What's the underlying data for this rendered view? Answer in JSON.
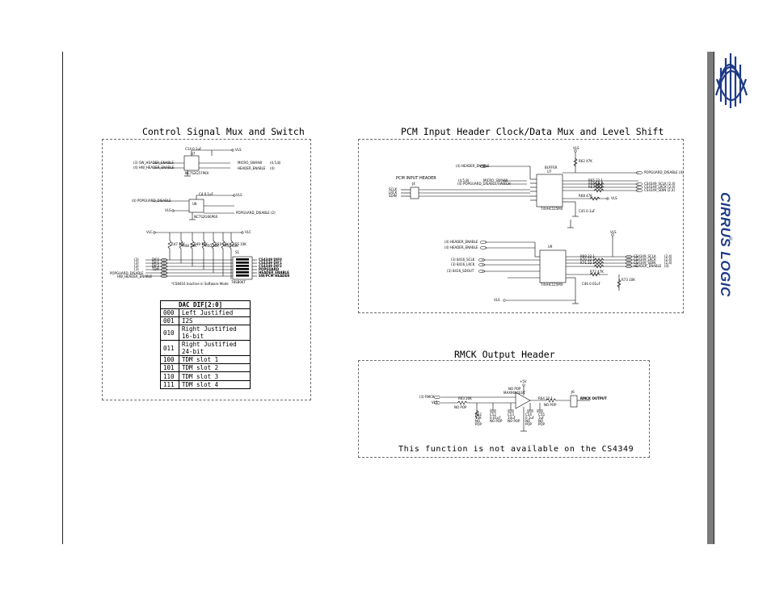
{
  "logo": {
    "text": "CIRRUS LOGIC",
    "registered": "®"
  },
  "sections": {
    "control": {
      "title": "Control Signal Mux and Switch"
    },
    "pcm": {
      "title": "PCM Input Header Clock/Data Mux and Level Shift"
    },
    "rmck": {
      "title": "RMCK Output Header",
      "note": "This function is not available on the CS4349"
    }
  },
  "dac_table": {
    "header": "DAC DIF[2:0]",
    "rows": [
      [
        "000",
        "Left Justified"
      ],
      [
        "001",
        "I2S"
      ],
      [
        "010",
        "Right Justified 16-bit"
      ],
      [
        "011",
        "Right Justified 24-bit"
      ],
      [
        "100",
        "TDM slot 1"
      ],
      [
        "101",
        "TDM slot 2"
      ],
      [
        "110",
        "TDM slot 3"
      ],
      [
        "111",
        "TDM slot 4"
      ]
    ]
  },
  "schematic_labels": {
    "control": {
      "vls_top": "VLS",
      "cap_top": "C14 0.1uF",
      "u7": "U7",
      "sw_enable": "(3) SW_HEADER_ENABLE",
      "hw_enable": "(4) HW_HEADER_ENABLE",
      "micro_sw": "MICRO_SW/HW",
      "micro_ref": "(4,5,8)",
      "header_enable": "HEADER_ENABLE",
      "header_ref": "(4)",
      "u7_part": "NC7S2G57P6X",
      "popguard_in": "(4) POPGUARD_DISABLE",
      "c4": "C4 0.1uF",
      "vls_mid": "VLS",
      "vls_mid2": "VLS",
      "u8": "U8",
      "u8_part": "NC7S2G66P6X",
      "popguard_out": "POPGUARD_DISABLE (2)",
      "vlc_left": "VLC",
      "vlc_right": "VLC",
      "resistors": [
        "R47 10K",
        "R48 10K",
        "R49 10K",
        "R50 10K",
        "R51 10K",
        "R54 10K",
        "R55 10K"
      ],
      "refs": [
        "(3)",
        "(3)",
        "(3)",
        "(3)",
        "(3)",
        "(4)",
        "(4)"
      ],
      "dip_names": [
        "CS4349 DIF0",
        "CS4349 DIF1",
        "CS4349 DIF2",
        "POPGUARD",
        "HEADER_ENABLE",
        "SW/PCM HEADER"
      ],
      "dip_part": "78SB06T",
      "s1": "S1",
      "dip_left": [
        "DIF0",
        "DIF1",
        "DIF2",
        "TDM",
        "POPGUARD_DISABLE",
        "HW_HEADER_ENABLE"
      ],
      "footnote": "*CS8416 Inactive in Software Mode"
    },
    "pcm": {
      "vls": "VLS",
      "r62": "R62 47K",
      "header_en": "(4) HEADER_ENABLE",
      "micro": "MICRO_SW/HW",
      "uq": "(4,5,8)",
      "pop_sw": "(4) POPGUARD_DISABLE/SWITCH",
      "buffer": "BUFFER",
      "u7": "U7",
      "header_title": "PCM INPUT HEADER",
      "j4": "J4",
      "sclk": "SCLK",
      "lrck": "LRCK",
      "sdin": "SDIN",
      "r_lines": [
        "R65 22.1",
        "R66 22.1",
        "R67 22.1"
      ],
      "outputs": [
        "CS4349_SCLK (2,4)",
        "CS4349_LRCK (2,4)",
        "CS4349_SDIN (2,4)"
      ],
      "popguard": "POPGUARD_DISABLE (4)",
      "u7_part": "74VHC125MX",
      "r68": "R68 47K",
      "vls2": "VLS",
      "c_cap": "C45 0.1uF",
      "u9": "U9",
      "u9_part": "74VHC125MX",
      "header_en2": "(4) HEADER_ENABLE",
      "header_en3": "(4) HEADER_ENABLE",
      "r_lines2": [
        "R69 22.1",
        "R70 22.1",
        "R71 22.1"
      ],
      "in2": [
        "(3) 8416_SCLK",
        "(3) 8416_LRCK",
        "(3) 8416_SDOUT"
      ],
      "outputs2": [
        "CS4349_SCLK",
        "CS4349_LRCK",
        "CS4349_SDIN",
        "HEADER_ENABLE"
      ],
      "outrefs2": [
        "(2,4)",
        "(2,4)",
        "(2,4)",
        "(4)"
      ],
      "r72": "R72 47K",
      "r73": "R73 10K",
      "vls3": "VLS",
      "c46": "C46 0.01uF",
      "vls4": "VLS"
    },
    "rmck": {
      "rmck_in": "(3) RMCK",
      "vls": "VLS",
      "r63": "R63 20K",
      "np1": "NO POP",
      "p5v": "+5V",
      "amp": "MAX9601EUT",
      "nopop_amp": "NO POP",
      "r64": "R64 22.1",
      "nopop_r": "NO POP",
      "j6": "J6",
      "header": "RMCK OUTPUT",
      "bottom": [
        "R52 10K NO POP",
        "C52 0.01uF NO POP",
        "C53 10uF NO POP",
        "C54 0.1uF NO POP",
        "C55 1uF NO POP"
      ]
    }
  }
}
